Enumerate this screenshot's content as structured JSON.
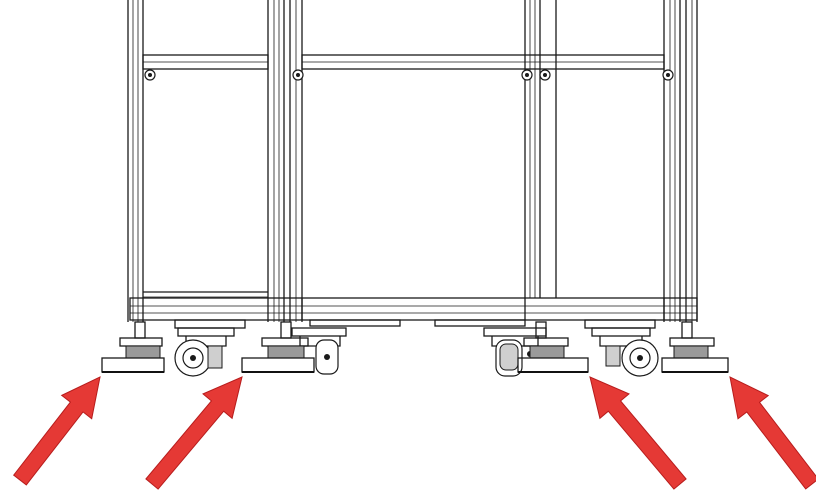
{
  "diagram": {
    "subject": "cabinet-frame-base-with-casters-and-leveling-feet",
    "arrow_color": "#e53935",
    "line_color": "#1a1a1a",
    "background": "#ffffff",
    "arrows": [
      {
        "id": "arrow-foot-front-left",
        "target": "leveling-foot-1"
      },
      {
        "id": "arrow-foot-front-mid",
        "target": "leveling-foot-2"
      },
      {
        "id": "arrow-foot-rear-mid",
        "target": "leveling-foot-3"
      },
      {
        "id": "arrow-foot-rear-right",
        "target": "leveling-foot-4"
      }
    ]
  }
}
